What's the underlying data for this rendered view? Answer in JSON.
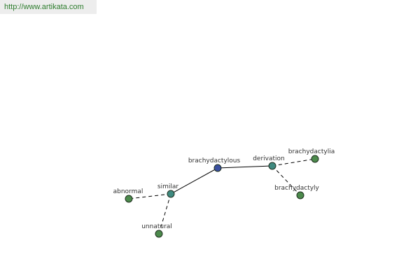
{
  "header": {
    "source_link": "http://www.artikata.com"
  },
  "colors": {
    "center_node": "#3a4fa0",
    "relation_node": "#3f8a80",
    "leaf_node": "#4c8a4c",
    "edge": "#000000"
  },
  "graph": {
    "nodes": [
      {
        "id": "brachydactylous",
        "label": "brachydactylous",
        "kind": "center"
      },
      {
        "id": "derivation",
        "label": "derivation",
        "kind": "relation"
      },
      {
        "id": "similar",
        "label": "similar",
        "kind": "relation"
      },
      {
        "id": "brachydactylia",
        "label": "brachydactylia",
        "kind": "leaf"
      },
      {
        "id": "brachydactyly",
        "label": "brachydactyly",
        "kind": "leaf"
      },
      {
        "id": "abnormal",
        "label": "abnormal",
        "kind": "leaf"
      },
      {
        "id": "unnatural",
        "label": "unnatural",
        "kind": "leaf"
      }
    ],
    "edges": [
      {
        "from": "brachydactylous",
        "to": "derivation",
        "style": "solid"
      },
      {
        "from": "brachydactylous",
        "to": "similar",
        "style": "solid"
      },
      {
        "from": "derivation",
        "to": "brachydactylia",
        "style": "dashed"
      },
      {
        "from": "derivation",
        "to": "brachydactyly",
        "style": "dashed"
      },
      {
        "from": "similar",
        "to": "abnormal",
        "style": "dashed"
      },
      {
        "from": "similar",
        "to": "unnatural",
        "style": "dashed"
      }
    ]
  }
}
